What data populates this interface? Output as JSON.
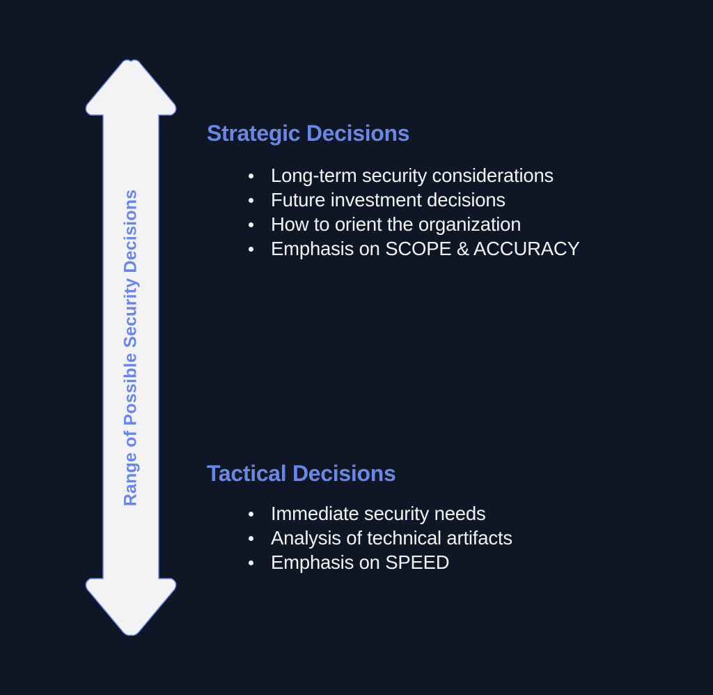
{
  "colors": {
    "background": "#0f1726",
    "accent": "#6a87e4",
    "arrow_fill": "#f3f3f5",
    "body_text": "#f3f3f3"
  },
  "axis": {
    "label": "Range of Possible Security Decisions",
    "icon": "double-headed-vertical-arrow"
  },
  "strategic": {
    "title": "Strategic Decisions",
    "items": [
      "Long-term security considerations",
      "Future investment decisions",
      "How to orient the organization",
      "Emphasis on SCOPE & ACCURACY"
    ]
  },
  "tactical": {
    "title": "Tactical Decisions",
    "items": [
      "Immediate security needs",
      "Analysis of technical artifacts",
      "Emphasis on SPEED"
    ]
  }
}
